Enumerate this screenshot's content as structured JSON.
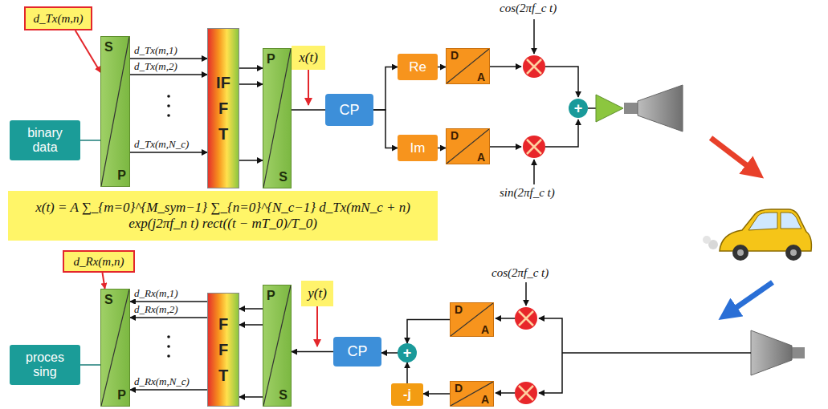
{
  "diagram": {
    "nodes": [
      {
        "text": [
          "d_Tx(m,n)"
        ]
      },
      {
        "text": [
          "binary data"
        ]
      },
      {
        "text": [
          "S",
          "P"
        ]
      },
      {
        "text": [
          "IFFT"
        ]
      },
      {
        "text": [
          "P",
          "S"
        ]
      },
      {
        "text": [
          "x(t)"
        ]
      },
      {
        "text": [
          "CP"
        ]
      },
      {
        "text": [
          "Re"
        ]
      },
      {
        "text": [
          "D",
          "A"
        ]
      },
      {
        "text": [
          "Im"
        ]
      },
      {
        "text": [
          "D",
          "A"
        ]
      },
      {
        "text": [
          "+"
        ]
      },
      {
        "text": [
          "x(t) = A ∑_{m=0}^{M_sym−1} ∑_{n=0}^{N_c−1} d_Tx(mN_c + n) exp(j2πf_n t) rect((t − mT_0)/T_0)"
        ]
      },
      {
        "text": [
          "d_Rx(m,n)"
        ]
      },
      {
        "text": [
          "proces sing"
        ]
      },
      {
        "text": [
          "S",
          "P"
        ]
      },
      {
        "text": [
          "FFT"
        ]
      },
      {
        "text": [
          "P",
          "S"
        ]
      },
      {
        "text": [
          "y(t)"
        ]
      },
      {
        "text": [
          "CP"
        ]
      },
      {
        "text": [
          "+"
        ]
      },
      {
        "text": [
          "D",
          "A"
        ]
      },
      {
        "text": [
          "-j"
        ]
      },
      {
        "text": [
          "D",
          "A"
        ]
      }
    ],
    "edges": [
      {
        "from": 0,
        "to": 2,
        "arrow": "to"
      },
      {
        "from": 1,
        "to": 2,
        "arrow": "none"
      },
      {
        "from": 2,
        "to": 3,
        "arrow": "to",
        "label": "d_Tx(m,1)"
      },
      {
        "from": 2,
        "to": 3,
        "arrow": "to",
        "label": "d_Tx(m,2)"
      },
      {
        "from": 2,
        "to": 3,
        "arrow": "to",
        "label": "d_Tx(m,N_c)"
      },
      {
        "from": 3,
        "to": 4,
        "arrow": "to"
      },
      {
        "from": 3,
        "to": 4,
        "arrow": "to"
      },
      {
        "from": 3,
        "to": 4,
        "arrow": "to"
      },
      {
        "from": 4,
        "to": 6,
        "arrow": "none"
      },
      {
        "from": 6,
        "to": 7,
        "arrow": "to"
      },
      {
        "from": 6,
        "to": 9,
        "arrow": "to"
      },
      {
        "from": 7,
        "to": 8,
        "arrow": "to"
      },
      {
        "from": 9,
        "to": 10,
        "arrow": "to"
      },
      {
        "from": 13,
        "to": 15,
        "arrow": "to"
      },
      {
        "from": 15,
        "to": 14,
        "arrow": "none"
      },
      {
        "from": 16,
        "to": 15,
        "arrow": "to",
        "label": "d_Rx(m,1)"
      },
      {
        "from": 16,
        "to": 15,
        "arrow": "to",
        "label": "d_Rx(m,2)"
      },
      {
        "from": 16,
        "to": 15,
        "arrow": "to",
        "label": "d_Rx(m,N_c)"
      },
      {
        "from": 17,
        "to": 16,
        "arrow": "to"
      },
      {
        "from": 17,
        "to": 16,
        "arrow": "to"
      },
      {
        "from": 17,
        "to": 16,
        "arrow": "to"
      },
      {
        "from": 19,
        "to": 17,
        "arrow": "to"
      },
      {
        "from": 20,
        "to": 19,
        "arrow": "to"
      },
      {
        "from": 21,
        "to": 20,
        "arrow": "to"
      },
      {
        "from": 23,
        "to": 22,
        "arrow": "to"
      },
      {
        "from": 22,
        "to": 20,
        "arrow": "to"
      }
    ],
    "labels": [
      "cos(2πf_c t)",
      "sin(2πf_c t)",
      "cos(2πf_c t)"
    ]
  }
}
